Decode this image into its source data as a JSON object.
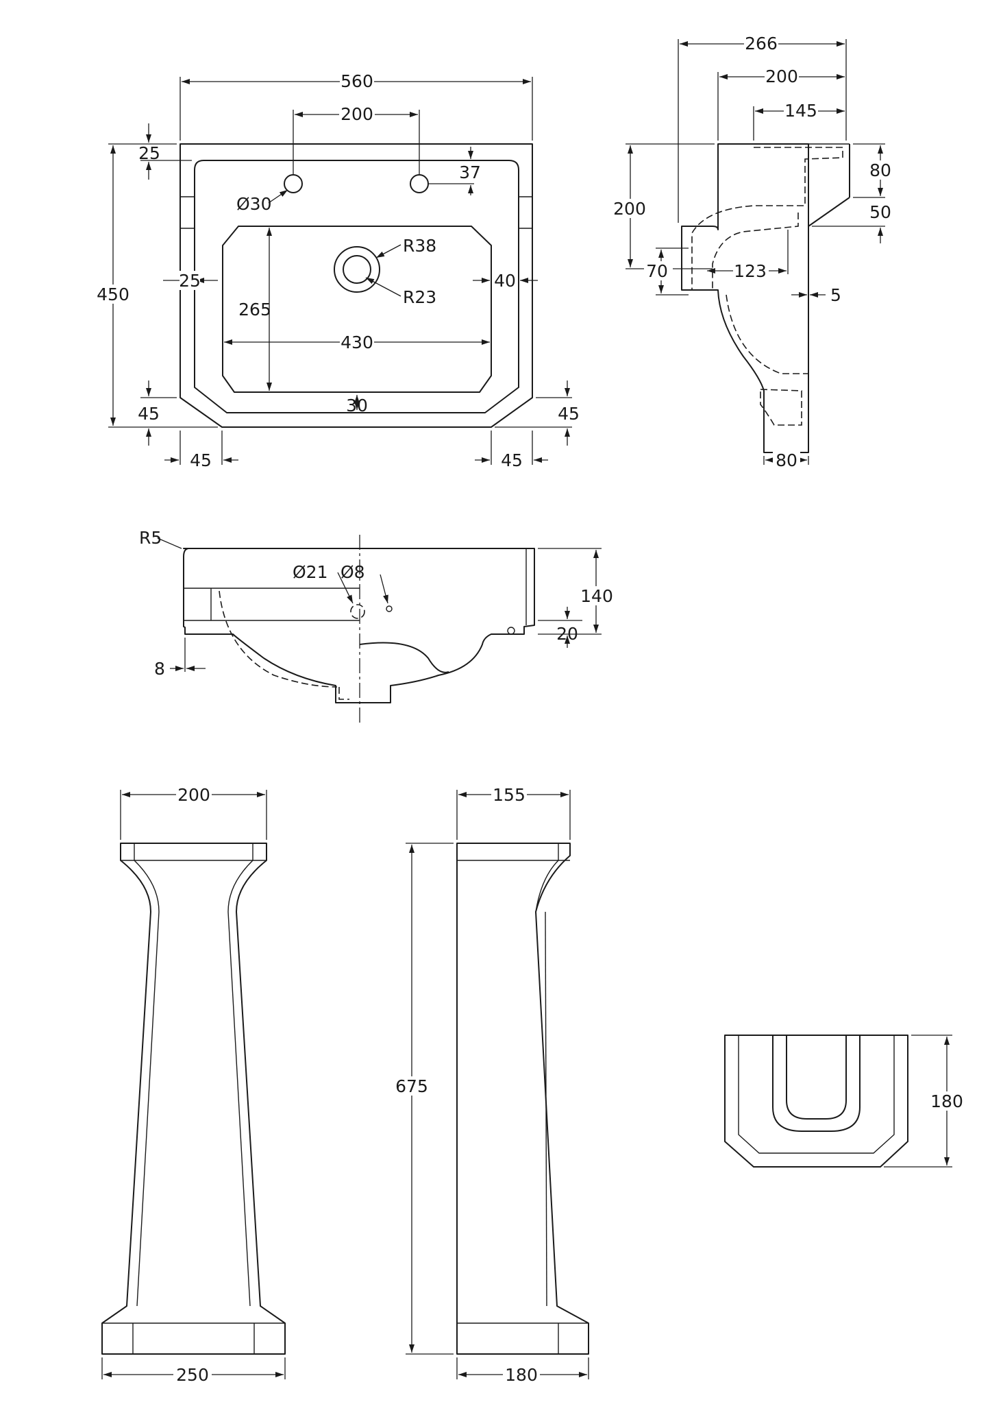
{
  "basin_plan": {
    "width": "560",
    "tap_spacing": "200",
    "rim_top": "25",
    "tap_offset": "37",
    "tap_hole": "Ø30",
    "waste_outer": "R38",
    "waste_inner": "R23",
    "depth": "450",
    "bowl_side_left": "25",
    "bowl_side_right": "40",
    "bowl_depth": "265",
    "bowl_width": "430",
    "bowl_front": "30",
    "chamfer_left_v": "45",
    "chamfer_right_v": "45",
    "chamfer_left_h": "45",
    "chamfer_right_h": "45"
  },
  "basin_side": {
    "overall_depth": "266",
    "upper_depth": "200",
    "bracket_depth": "145",
    "height": "200",
    "bracket_top": "80",
    "bracket_mid": "50",
    "overflow_height": "70",
    "overflow_depth": "123",
    "wall_gap": "5",
    "foot_width": "80"
  },
  "basin_front": {
    "corner_radius": "R5",
    "waste_diameter": "Ø21",
    "overflow_diameter": "Ø8",
    "height": "140",
    "rim_height": "20",
    "offset": "8"
  },
  "pedestal_front": {
    "top_width": "200",
    "base_width": "250"
  },
  "pedestal_side": {
    "top_width": "155",
    "height": "675",
    "base_width": "180"
  },
  "pedestal_plan": {
    "height": "180"
  }
}
